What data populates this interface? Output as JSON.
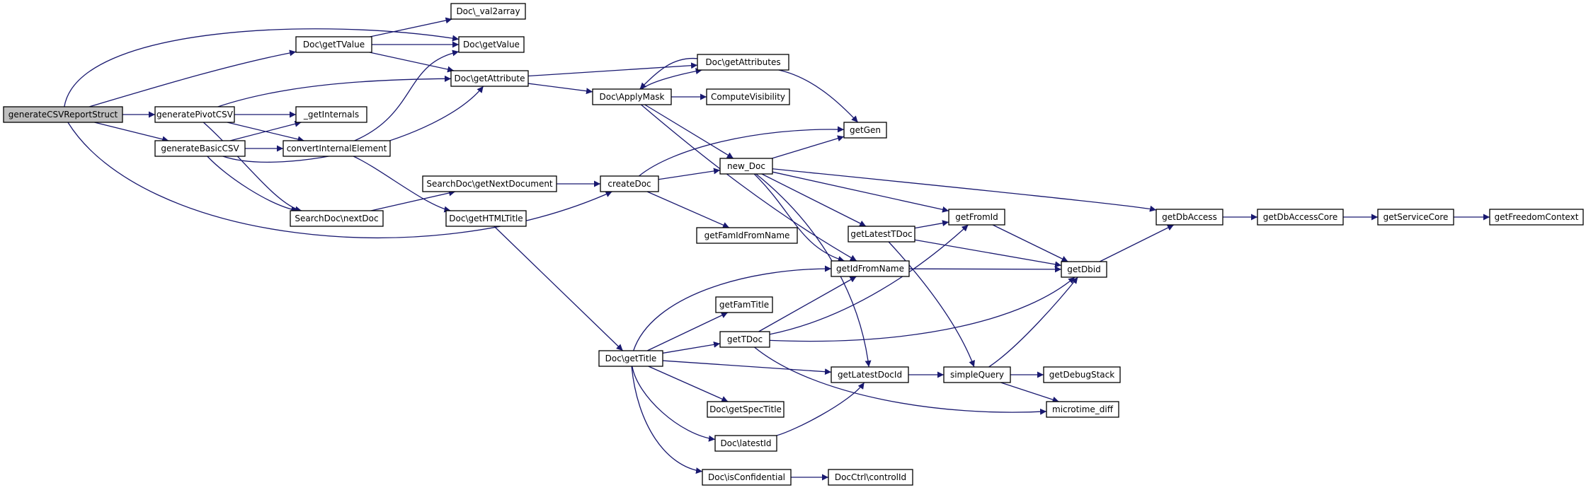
{
  "diagram": {
    "root": "generateCSVReportStruct",
    "nodes": [
      {
        "id": "root",
        "label": "generateCSVReportStruct"
      },
      {
        "id": "gtv",
        "label": "Doc\\getTValue"
      },
      {
        "id": "v2a",
        "label": "Doc\\_val2array"
      },
      {
        "id": "gv",
        "label": "Doc\\getValue"
      },
      {
        "id": "gattr",
        "label": "Doc\\getAttribute"
      },
      {
        "id": "gpiv",
        "label": "generatePivotCSV"
      },
      {
        "id": "gint",
        "label": "_getInternals"
      },
      {
        "id": "gbas",
        "label": "generateBasicCSV"
      },
      {
        "id": "cie",
        "label": "convertInternalElement"
      },
      {
        "id": "snd",
        "label": "SearchDoc\\nextDoc"
      },
      {
        "id": "sgnd",
        "label": "SearchDoc\\getNextDocument"
      },
      {
        "id": "ght",
        "label": "Doc\\getHTMLTitle"
      },
      {
        "id": "gattrs",
        "label": "Doc\\getAttributes"
      },
      {
        "id": "am",
        "label": "Doc\\ApplyMask"
      },
      {
        "id": "cv",
        "label": "ComputeVisibility"
      },
      {
        "id": "ggen",
        "label": "getGen"
      },
      {
        "id": "cd",
        "label": "createDoc"
      },
      {
        "id": "nd",
        "label": "new_Doc"
      },
      {
        "id": "gfifn",
        "label": "getFamIdFromName"
      },
      {
        "id": "gltd",
        "label": "getLatestTDoc"
      },
      {
        "id": "gfi",
        "label": "getFromId"
      },
      {
        "id": "gifn",
        "label": "getIdFromName"
      },
      {
        "id": "gdbid",
        "label": "getDbid"
      },
      {
        "id": "gdba",
        "label": "getDbAccess"
      },
      {
        "id": "gdbac",
        "label": "getDbAccessCore"
      },
      {
        "id": "gsc",
        "label": "getServiceCore"
      },
      {
        "id": "gfc",
        "label": "getFreedomContext"
      },
      {
        "id": "gft",
        "label": "getFamTitle"
      },
      {
        "id": "gtd",
        "label": "getTDoc"
      },
      {
        "id": "gtitle",
        "label": "Doc\\getTitle"
      },
      {
        "id": "gldi",
        "label": "getLatestDocId"
      },
      {
        "id": "sq",
        "label": "simpleQuery"
      },
      {
        "id": "gds",
        "label": "getDebugStack"
      },
      {
        "id": "gst",
        "label": "Doc\\getSpecTitle"
      },
      {
        "id": "mtd",
        "label": "microtime_diff"
      },
      {
        "id": "lid",
        "label": "Doc\\latestId"
      },
      {
        "id": "conf",
        "label": "Doc\\isConfidential"
      },
      {
        "id": "ctrl",
        "label": "DocCtrl\\controlId"
      }
    ],
    "edges": [
      [
        "root",
        "gtv"
      ],
      [
        "root",
        "gv"
      ],
      [
        "root",
        "gpiv"
      ],
      [
        "root",
        "gbas"
      ],
      [
        "root",
        "cd"
      ],
      [
        "gtv",
        "v2a"
      ],
      [
        "gtv",
        "gv"
      ],
      [
        "gtv",
        "gattr"
      ],
      [
        "gpiv",
        "gattr"
      ],
      [
        "gpiv",
        "gint"
      ],
      [
        "gpiv",
        "cie"
      ],
      [
        "gpiv",
        "snd"
      ],
      [
        "gbas",
        "gint"
      ],
      [
        "gbas",
        "cie"
      ],
      [
        "gbas",
        "snd"
      ],
      [
        "gbas",
        "gattr"
      ],
      [
        "cie",
        "gv"
      ],
      [
        "cie",
        "ght"
      ],
      [
        "snd",
        "sgnd"
      ],
      [
        "sgnd",
        "cd"
      ],
      [
        "gattr",
        "gattrs"
      ],
      [
        "gattr",
        "am"
      ],
      [
        "am",
        "gattrs"
      ],
      [
        "gattrs",
        "am"
      ],
      [
        "am",
        "cv"
      ],
      [
        "am",
        "nd"
      ],
      [
        "am",
        "gifn"
      ],
      [
        "gattrs",
        "ggen"
      ],
      [
        "cd",
        "ggen"
      ],
      [
        "cd",
        "nd"
      ],
      [
        "cd",
        "gfifn"
      ],
      [
        "nd",
        "ggen"
      ],
      [
        "nd",
        "gdba"
      ],
      [
        "nd",
        "gfi"
      ],
      [
        "nd",
        "gltd"
      ],
      [
        "nd",
        "gifn"
      ],
      [
        "nd",
        "gldi"
      ],
      [
        "gltd",
        "gfi"
      ],
      [
        "gltd",
        "gdbid"
      ],
      [
        "gltd",
        "sq"
      ],
      [
        "gfi",
        "gdbid"
      ],
      [
        "gifn",
        "gdbid"
      ],
      [
        "gdbid",
        "gdba"
      ],
      [
        "gdba",
        "gdbac"
      ],
      [
        "gdbac",
        "gsc"
      ],
      [
        "gsc",
        "gfc"
      ],
      [
        "ght",
        "gtitle"
      ],
      [
        "gtitle",
        "gifn"
      ],
      [
        "gtitle",
        "gft"
      ],
      [
        "gtitle",
        "gtd"
      ],
      [
        "gtitle",
        "gldi"
      ],
      [
        "gtitle",
        "gst"
      ],
      [
        "gtitle",
        "lid"
      ],
      [
        "gtitle",
        "conf"
      ],
      [
        "gtd",
        "gifn"
      ],
      [
        "gtd",
        "gfi"
      ],
      [
        "gtd",
        "gdbid"
      ],
      [
        "gtd",
        "mtd"
      ],
      [
        "gldi",
        "sq"
      ],
      [
        "sq",
        "gdbid"
      ],
      [
        "sq",
        "gds"
      ],
      [
        "sq",
        "mtd"
      ],
      [
        "lid",
        "gldi"
      ],
      [
        "conf",
        "ctrl"
      ]
    ]
  },
  "colors": {
    "edge": "#191970",
    "node_border": "#000000",
    "node_fill": "#ffffff",
    "root_fill": "#bfbfbf"
  }
}
